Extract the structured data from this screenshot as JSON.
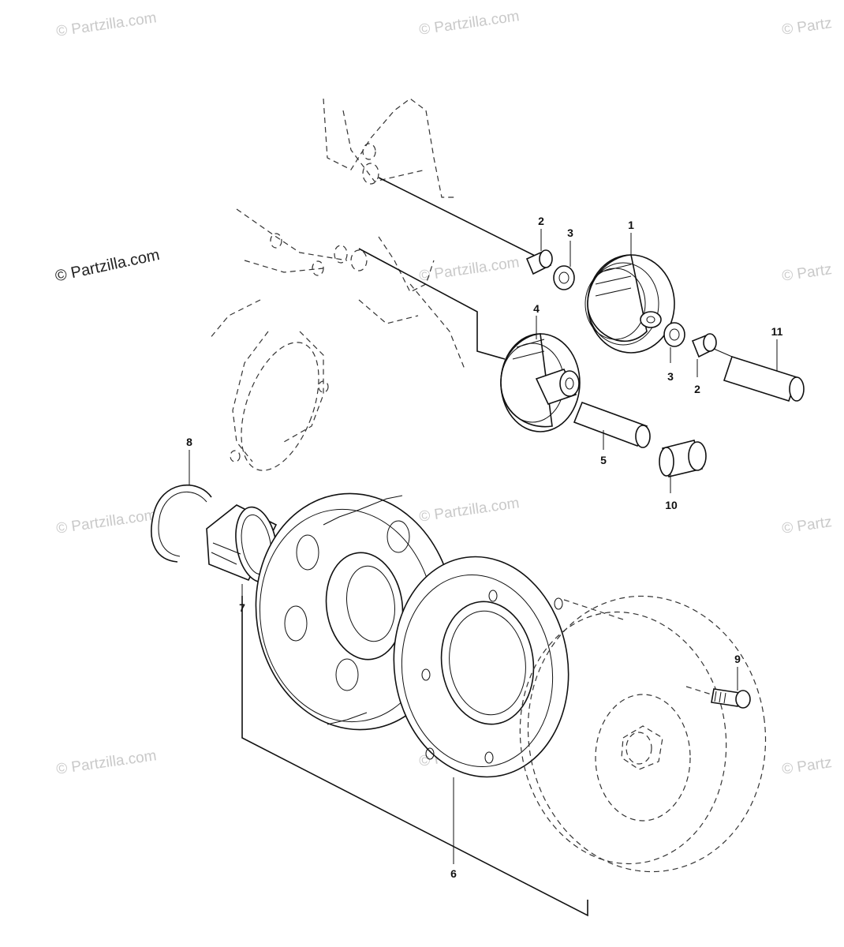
{
  "watermarks": {
    "text": "© Partzilla.com",
    "emphasized": "© Partzilla.com",
    "partial": "© Partz",
    "color": "#c9c9c9"
  },
  "callouts": [
    {
      "id": "1",
      "label": "1"
    },
    {
      "id": "2a",
      "label": "2"
    },
    {
      "id": "2b",
      "label": "2"
    },
    {
      "id": "3a",
      "label": "3"
    },
    {
      "id": "3b",
      "label": "3"
    },
    {
      "id": "4",
      "label": "4"
    },
    {
      "id": "5",
      "label": "5"
    },
    {
      "id": "6",
      "label": "6"
    },
    {
      "id": "7",
      "label": "7"
    },
    {
      "id": "8",
      "label": "8"
    },
    {
      "id": "9",
      "label": "9"
    },
    {
      "id": "10",
      "label": "10"
    },
    {
      "id": "11",
      "label": "11"
    }
  ]
}
